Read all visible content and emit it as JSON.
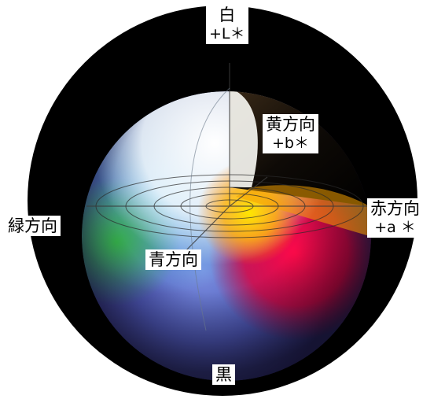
{
  "labels": {
    "white": "白",
    "l_axis": "+L＊",
    "yellow": "黄方向",
    "b_axis": "+b＊",
    "red": "赤方向",
    "a_axis": "+a ＊",
    "green": "緑方向",
    "blue": "青方向",
    "black": "黒"
  },
  "colors": {
    "ring": "#000000",
    "white": "#ffffff",
    "yellow": "#f2e500",
    "red": "#e8003a",
    "green": "#3fa83a",
    "blue": "#4a5fc4",
    "cyan": "#5cc4ee",
    "violet": "#6b5ca8",
    "dark": "#1a1a1a"
  }
}
